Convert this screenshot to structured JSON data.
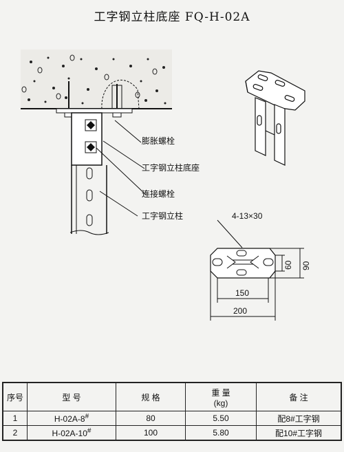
{
  "title": "工字钢立柱底座   FQ-H-02A",
  "labels": {
    "expansion_bolt": "膨胀螺栓",
    "column_base": "工字钢立柱底座",
    "connecting_bolt": "连接螺栓",
    "i_beam_column": "工字钢立柱"
  },
  "dimensions": {
    "holes": "4-13×30",
    "w150": "150",
    "w200": "200",
    "h60": "60",
    "h90": "90"
  },
  "table": {
    "headers": [
      "序号",
      "型    号",
      "规  格",
      "重 量",
      "(kg)",
      "备    注"
    ],
    "rows": [
      {
        "no": "1",
        "model": "H-02A-8",
        "sup": "#",
        "spec": "80",
        "weight": "5.50",
        "note": "配8#工字钢"
      },
      {
        "no": "2",
        "model": "H-02A-10",
        "sup": "#",
        "spec": "100",
        "weight": "5.80",
        "note": "配10#工字钢"
      }
    ]
  }
}
